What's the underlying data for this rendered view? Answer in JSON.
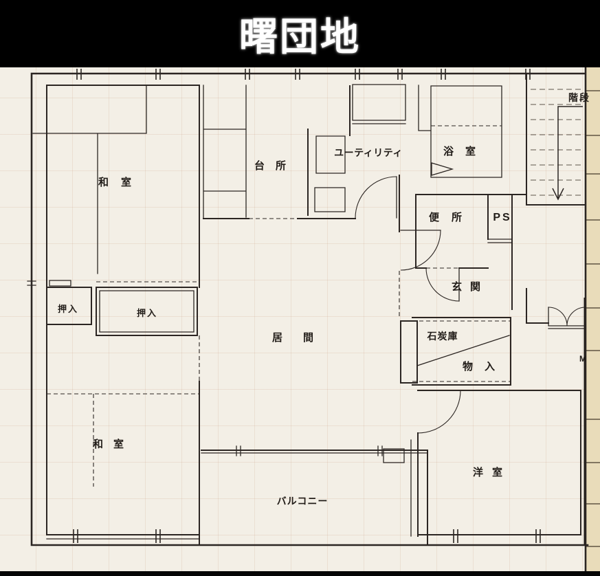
{
  "header": {
    "title": "曙団地"
  },
  "colors": {
    "header_bg": "#000000",
    "header_fg": "#ffffff",
    "paper": "#f3efe6",
    "ink": "#2b2522",
    "edge_strip": "#e9dcba",
    "grid_tint": "#d2a58f"
  },
  "plan": {
    "rooms": [
      {
        "id": "washitsu-top",
        "label": "和室"
      },
      {
        "id": "daidokoro",
        "label": "台所"
      },
      {
        "id": "utility",
        "label": "ユーティリティ"
      },
      {
        "id": "yokushitsu",
        "label": "浴室"
      },
      {
        "id": "kaidan",
        "label": "階段"
      },
      {
        "id": "benjo",
        "label": "便所"
      },
      {
        "id": "ps",
        "label": "PS"
      },
      {
        "id": "genkan",
        "label": "玄関"
      },
      {
        "id": "oshiire-left",
        "label": "押入"
      },
      {
        "id": "oshiire-center",
        "label": "押入"
      },
      {
        "id": "ima",
        "label": "居間"
      },
      {
        "id": "sekitanko",
        "label": "石炭庫"
      },
      {
        "id": "mononyu",
        "label": "物入"
      },
      {
        "id": "meter-box-partial",
        "label": "M"
      },
      {
        "id": "washitsu-bottom",
        "label": "和室"
      },
      {
        "id": "balcony",
        "label": "バルコニー"
      },
      {
        "id": "yoshitsu",
        "label": "洋室"
      }
    ]
  }
}
